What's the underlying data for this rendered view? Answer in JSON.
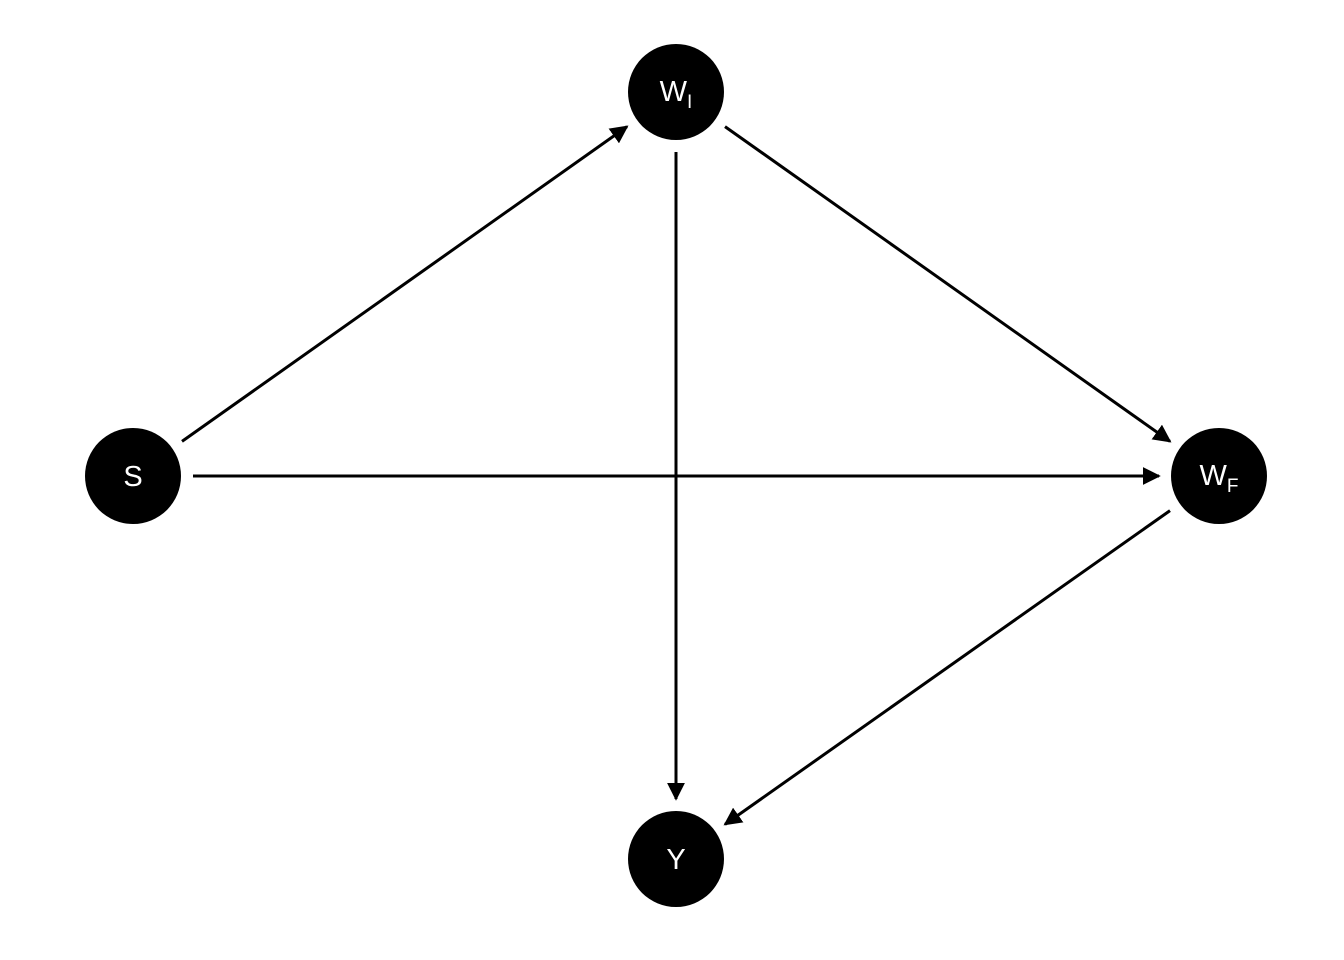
{
  "diagram": {
    "type": "directed-acyclic-graph",
    "node_color": "#000000",
    "label_color": "#ffffff",
    "edge_color": "#000000",
    "nodes": [
      {
        "id": "S",
        "label": "S",
        "subscript": ""
      },
      {
        "id": "WI",
        "label": "W",
        "subscript": "I"
      },
      {
        "id": "WF",
        "label": "W",
        "subscript": "F"
      },
      {
        "id": "Y",
        "label": "Y",
        "subscript": ""
      }
    ],
    "edges": [
      {
        "from": "S",
        "to": "WI"
      },
      {
        "from": "S",
        "to": "WF"
      },
      {
        "from": "WI",
        "to": "WF"
      },
      {
        "from": "WI",
        "to": "Y"
      },
      {
        "from": "WF",
        "to": "Y"
      }
    ]
  }
}
